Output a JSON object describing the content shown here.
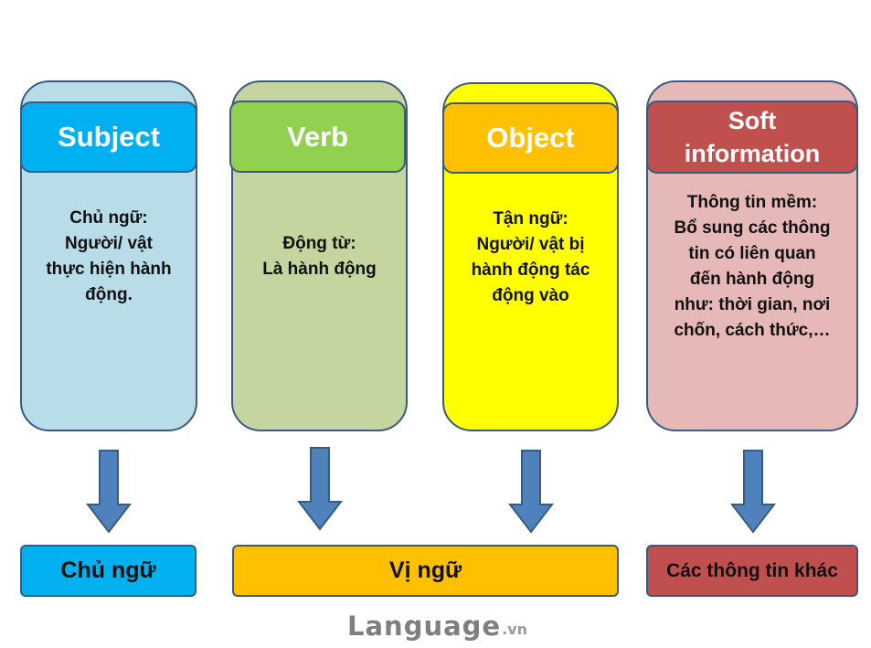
{
  "columns": [
    {
      "title": "Subject",
      "description": "Chủ ngữ:\nNgười/ vật\nthực hiện hành\nđộng.",
      "header_color": "#00b0f0",
      "body_color": "#b9dde8"
    },
    {
      "title": "Verb",
      "description": "Động từ:\nLà hành động",
      "header_color": "#92d050",
      "body_color": "#c4d59f"
    },
    {
      "title": "Object",
      "description": "Tận ngữ:\nNgười/ vật bị\nhành động tác\nđộng vào",
      "header_color": "#ffc000",
      "body_color": "#ffff00"
    },
    {
      "title": "Soft\ninformation",
      "description": "Thông tin mềm:\nBổ sung các thông\ntin có liên quan\nđến hành động\nnhư: thời gian, nơi\nchốn, cách thức,…",
      "header_color": "#c0504d",
      "body_color": "#e6b9b8"
    }
  ],
  "bottom": [
    {
      "label": "Chủ ngữ",
      "color": "#00b0f0"
    },
    {
      "label": "Vị ngữ",
      "color": "#ffc000"
    },
    {
      "label": "Các thông tin khác",
      "color": "#c0504d"
    }
  ],
  "arrow_color": "#4f81bd",
  "logo": {
    "brand": "Language",
    "suffix": ".vn"
  }
}
